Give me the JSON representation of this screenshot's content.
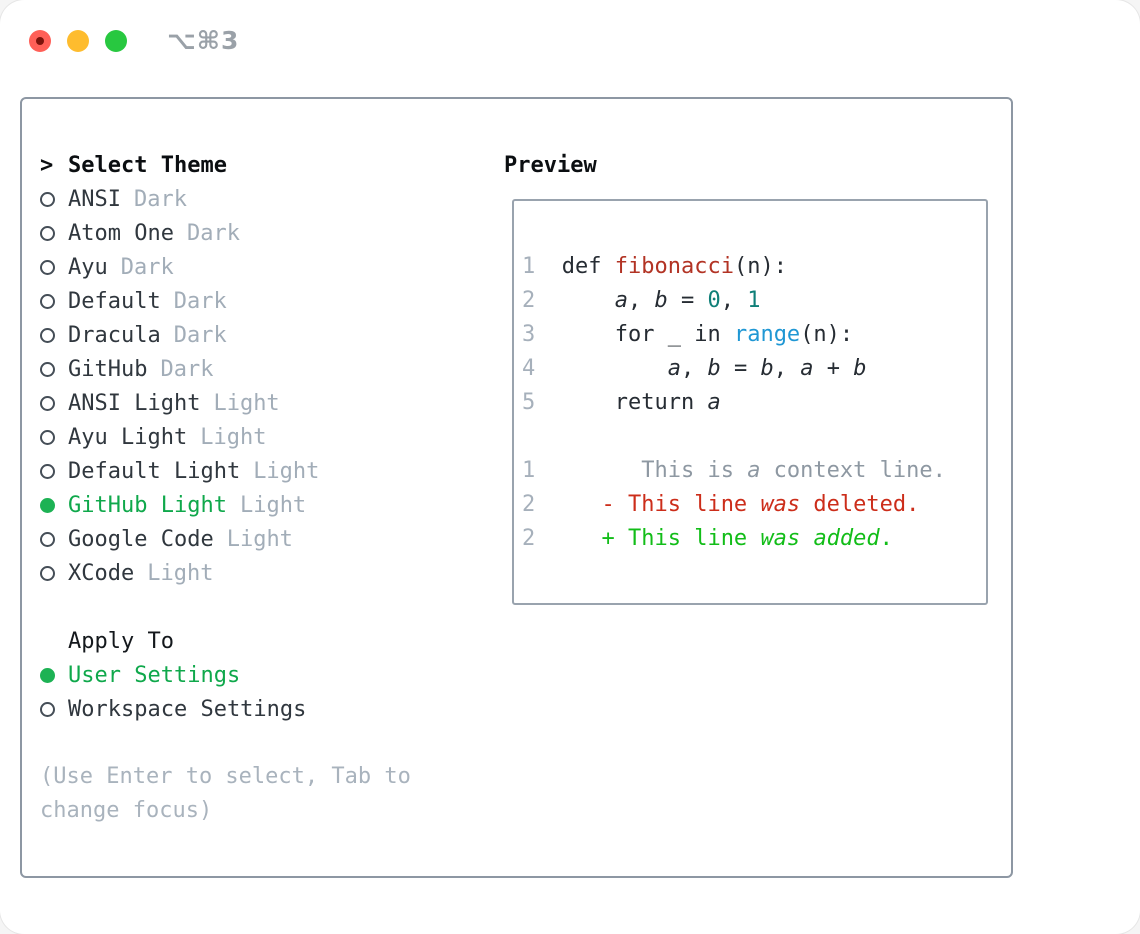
{
  "titlebar": {
    "shortcut": "⌥⌘3"
  },
  "traffic_lights": {
    "close_color": "#ff5f57",
    "close_dot_color": "#7c120b",
    "minimize_color": "#febc2e",
    "zoom_color": "#28c840"
  },
  "theme_panel": {
    "title_marker": ">",
    "title": "Select Theme",
    "items": [
      {
        "name": "ANSI",
        "variant": "Dark",
        "selected": false
      },
      {
        "name": "Atom One",
        "variant": "Dark",
        "selected": false
      },
      {
        "name": "Ayu",
        "variant": "Dark",
        "selected": false
      },
      {
        "name": "Default",
        "variant": "Dark",
        "selected": false
      },
      {
        "name": "Dracula",
        "variant": "Dark",
        "selected": false
      },
      {
        "name": "GitHub",
        "variant": "Dark",
        "selected": false
      },
      {
        "name": "ANSI Light",
        "variant": "Light",
        "selected": false
      },
      {
        "name": "Ayu Light",
        "variant": "Light",
        "selected": false
      },
      {
        "name": "Default Light",
        "variant": "Light",
        "selected": false
      },
      {
        "name": "GitHub Light",
        "variant": "Light",
        "selected": true
      },
      {
        "name": "Google Code",
        "variant": "Light",
        "selected": false
      },
      {
        "name": "XCode",
        "variant": "Light",
        "selected": false
      }
    ]
  },
  "apply_to": {
    "title": "Apply To",
    "options": [
      {
        "label": "User Settings",
        "selected": true
      },
      {
        "label": "Workspace Settings",
        "selected": false
      }
    ]
  },
  "help_text": "(Use Enter to select, Tab to change focus)",
  "preview": {
    "title": "Preview",
    "lines": [
      {
        "segments": [
          {
            "text": "1",
            "style": "num"
          },
          {
            "text": "  ",
            "style": "code"
          },
          {
            "text": "def ",
            "style": "code"
          },
          {
            "text": "fibonacci",
            "style": "fn"
          },
          {
            "text": "(n):",
            "style": "code"
          }
        ]
      },
      {
        "segments": [
          {
            "text": "2",
            "style": "num"
          },
          {
            "text": "      ",
            "style": "code"
          },
          {
            "text": "a",
            "style": "code i"
          },
          {
            "text": ", ",
            "style": "code"
          },
          {
            "text": "b",
            "style": "code i"
          },
          {
            "text": " = ",
            "style": "code"
          },
          {
            "text": "0",
            "style": "lit"
          },
          {
            "text": ", ",
            "style": "code"
          },
          {
            "text": "1",
            "style": "lit"
          }
        ]
      },
      {
        "segments": [
          {
            "text": "3",
            "style": "num"
          },
          {
            "text": "      ",
            "style": "code"
          },
          {
            "text": "for _ in ",
            "style": "code"
          },
          {
            "text": "range",
            "style": "call"
          },
          {
            "text": "(n):",
            "style": "code"
          }
        ]
      },
      {
        "segments": [
          {
            "text": "4",
            "style": "num"
          },
          {
            "text": "          ",
            "style": "code"
          },
          {
            "text": "a",
            "style": "code i"
          },
          {
            "text": ", ",
            "style": "code"
          },
          {
            "text": "b",
            "style": "code i"
          },
          {
            "text": " = ",
            "style": "code"
          },
          {
            "text": "b",
            "style": "code i"
          },
          {
            "text": ", ",
            "style": "code"
          },
          {
            "text": "a",
            "style": "code i"
          },
          {
            "text": " + ",
            "style": "code"
          },
          {
            "text": "b",
            "style": "code i"
          }
        ]
      },
      {
        "segments": [
          {
            "text": "5",
            "style": "num"
          },
          {
            "text": "      ",
            "style": "code"
          },
          {
            "text": "return ",
            "style": "code"
          },
          {
            "text": "a",
            "style": "code i"
          }
        ]
      },
      {
        "segments": []
      },
      {
        "segments": [
          {
            "text": "1",
            "style": "num"
          },
          {
            "text": "        ",
            "style": "code"
          },
          {
            "text": "This is ",
            "style": "ctx"
          },
          {
            "text": "a",
            "style": "ctx i"
          },
          {
            "text": " context line.",
            "style": "ctx"
          }
        ]
      },
      {
        "segments": [
          {
            "text": "2",
            "style": "num"
          },
          {
            "text": "     ",
            "style": "code"
          },
          {
            "text": "- This line ",
            "style": "del"
          },
          {
            "text": "was",
            "style": "del i"
          },
          {
            "text": " deleted.",
            "style": "del"
          }
        ]
      },
      {
        "segments": [
          {
            "text": "2",
            "style": "num"
          },
          {
            "text": "     ",
            "style": "code"
          },
          {
            "text": "+ This line ",
            "style": "add"
          },
          {
            "text": "was",
            "style": "add i"
          },
          {
            "text": " ",
            "style": "add"
          },
          {
            "text": "added",
            "style": "add i"
          },
          {
            "text": ".",
            "style": "add"
          }
        ]
      }
    ]
  },
  "colors": {
    "selection_green": "#0fa84b",
    "selected_dot_green": "#1db254",
    "added_green": "#12bd18",
    "deleted_red": "#cc2d1a",
    "function_red": "#b23324",
    "literal_teal": "#0f7f78",
    "call_blue": "#1f97d4",
    "muted_gray": "#a2adb8",
    "panel_border": "#8d97a3"
  }
}
